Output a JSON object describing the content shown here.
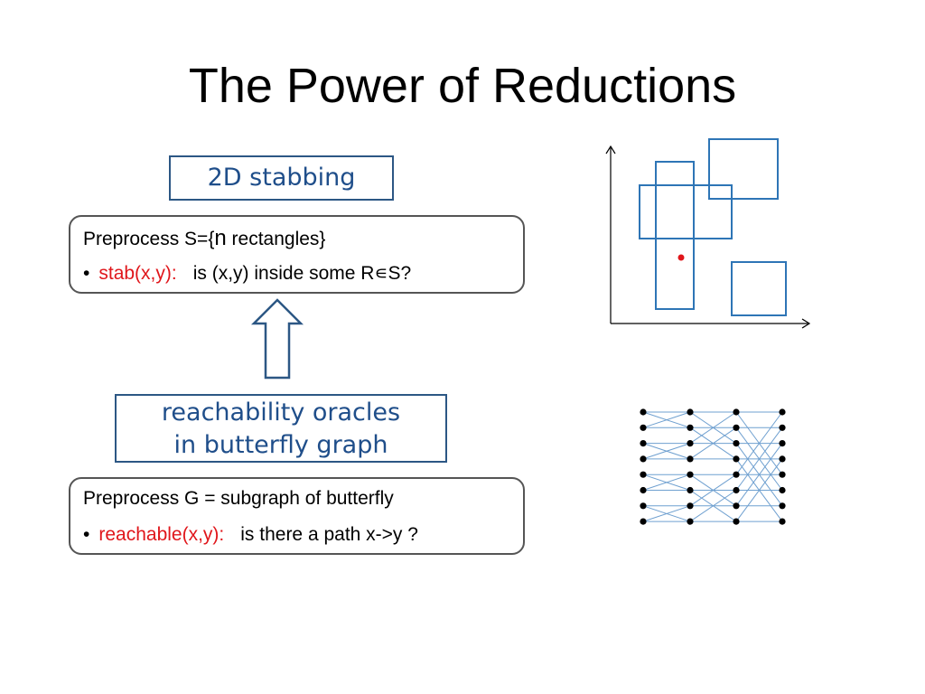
{
  "title": "The Power of Reductions",
  "stab_label": "2D stabbing",
  "stab_problem": {
    "line1_prefix": "Preprocess S={",
    "line1_n": "n",
    "line1_suffix": " rectangles}",
    "bullet": "•",
    "query_name": "stab(x,y):",
    "query_desc": "is (x,y) inside some R∊S?"
  },
  "reach_label": {
    "line1": "reachability oracles",
    "line2": "in butterfly graph"
  },
  "reach_problem": {
    "line1": "Preprocess G = subgraph of butterfly",
    "bullet": "•",
    "query_name": "reachable(x,y):",
    "query_desc": "is there a path x->y ?"
  },
  "colors": {
    "rect": "#2e75b6",
    "point": "#e0161b",
    "edges": "#6fa0d0",
    "label_text": "#1f4e8a",
    "arrow": "#2c5784"
  },
  "butterfly": {
    "columns": 4,
    "rows": 8
  }
}
